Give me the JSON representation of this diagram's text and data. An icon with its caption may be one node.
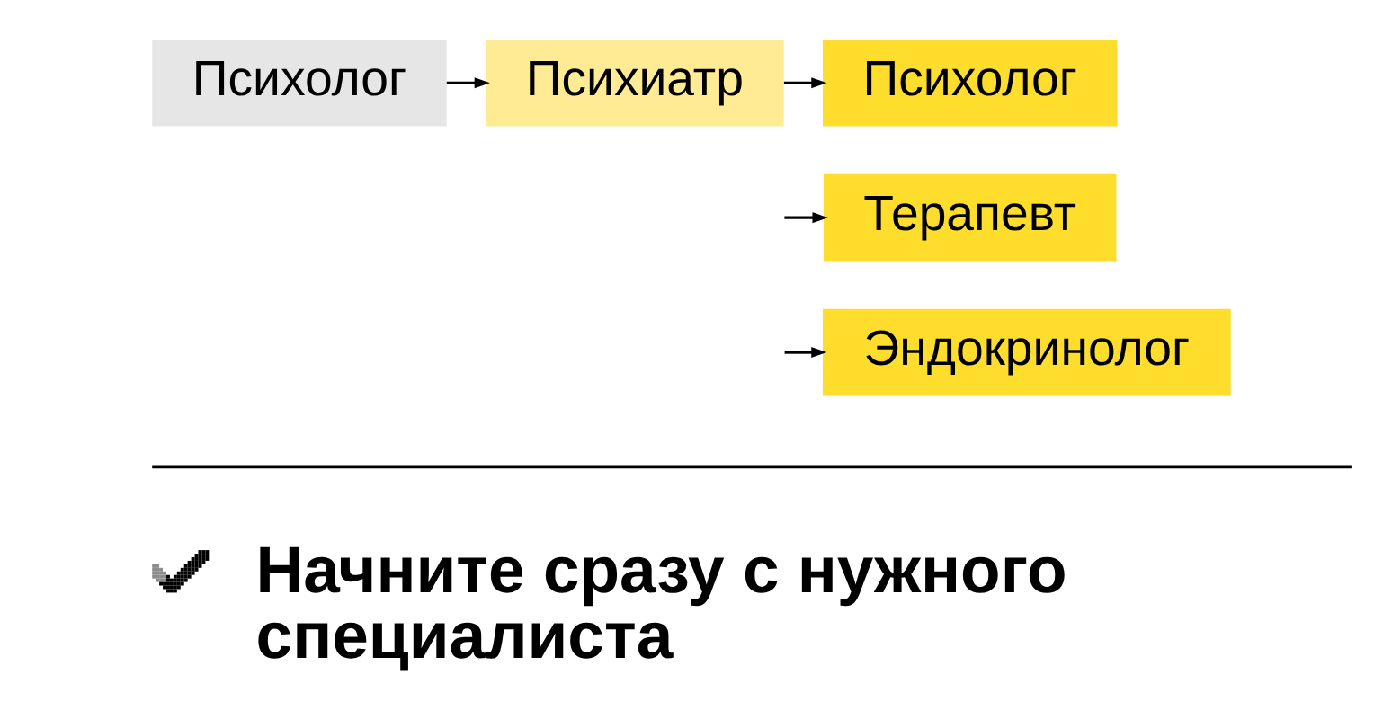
{
  "diagram": {
    "nodes": [
      {
        "text": [
          "Психолог"
        ]
      },
      {
        "text": [
          "Психиатр"
        ]
      },
      {
        "text": [
          "Психолог"
        ]
      },
      {
        "text": [
          "Терапевт"
        ]
      },
      {
        "text": [
          "Эндокринолог"
        ]
      }
    ],
    "edges": [
      {
        "from": 0,
        "to": 1,
        "arrow": "to"
      },
      {
        "from": 1,
        "to": 2,
        "arrow": "to"
      },
      {
        "from": null,
        "to": 3,
        "arrow": "to"
      },
      {
        "from": null,
        "to": 4,
        "arrow": "to"
      }
    ],
    "labels": [
      "Начните сразу с нужного специалиста"
    ]
  }
}
